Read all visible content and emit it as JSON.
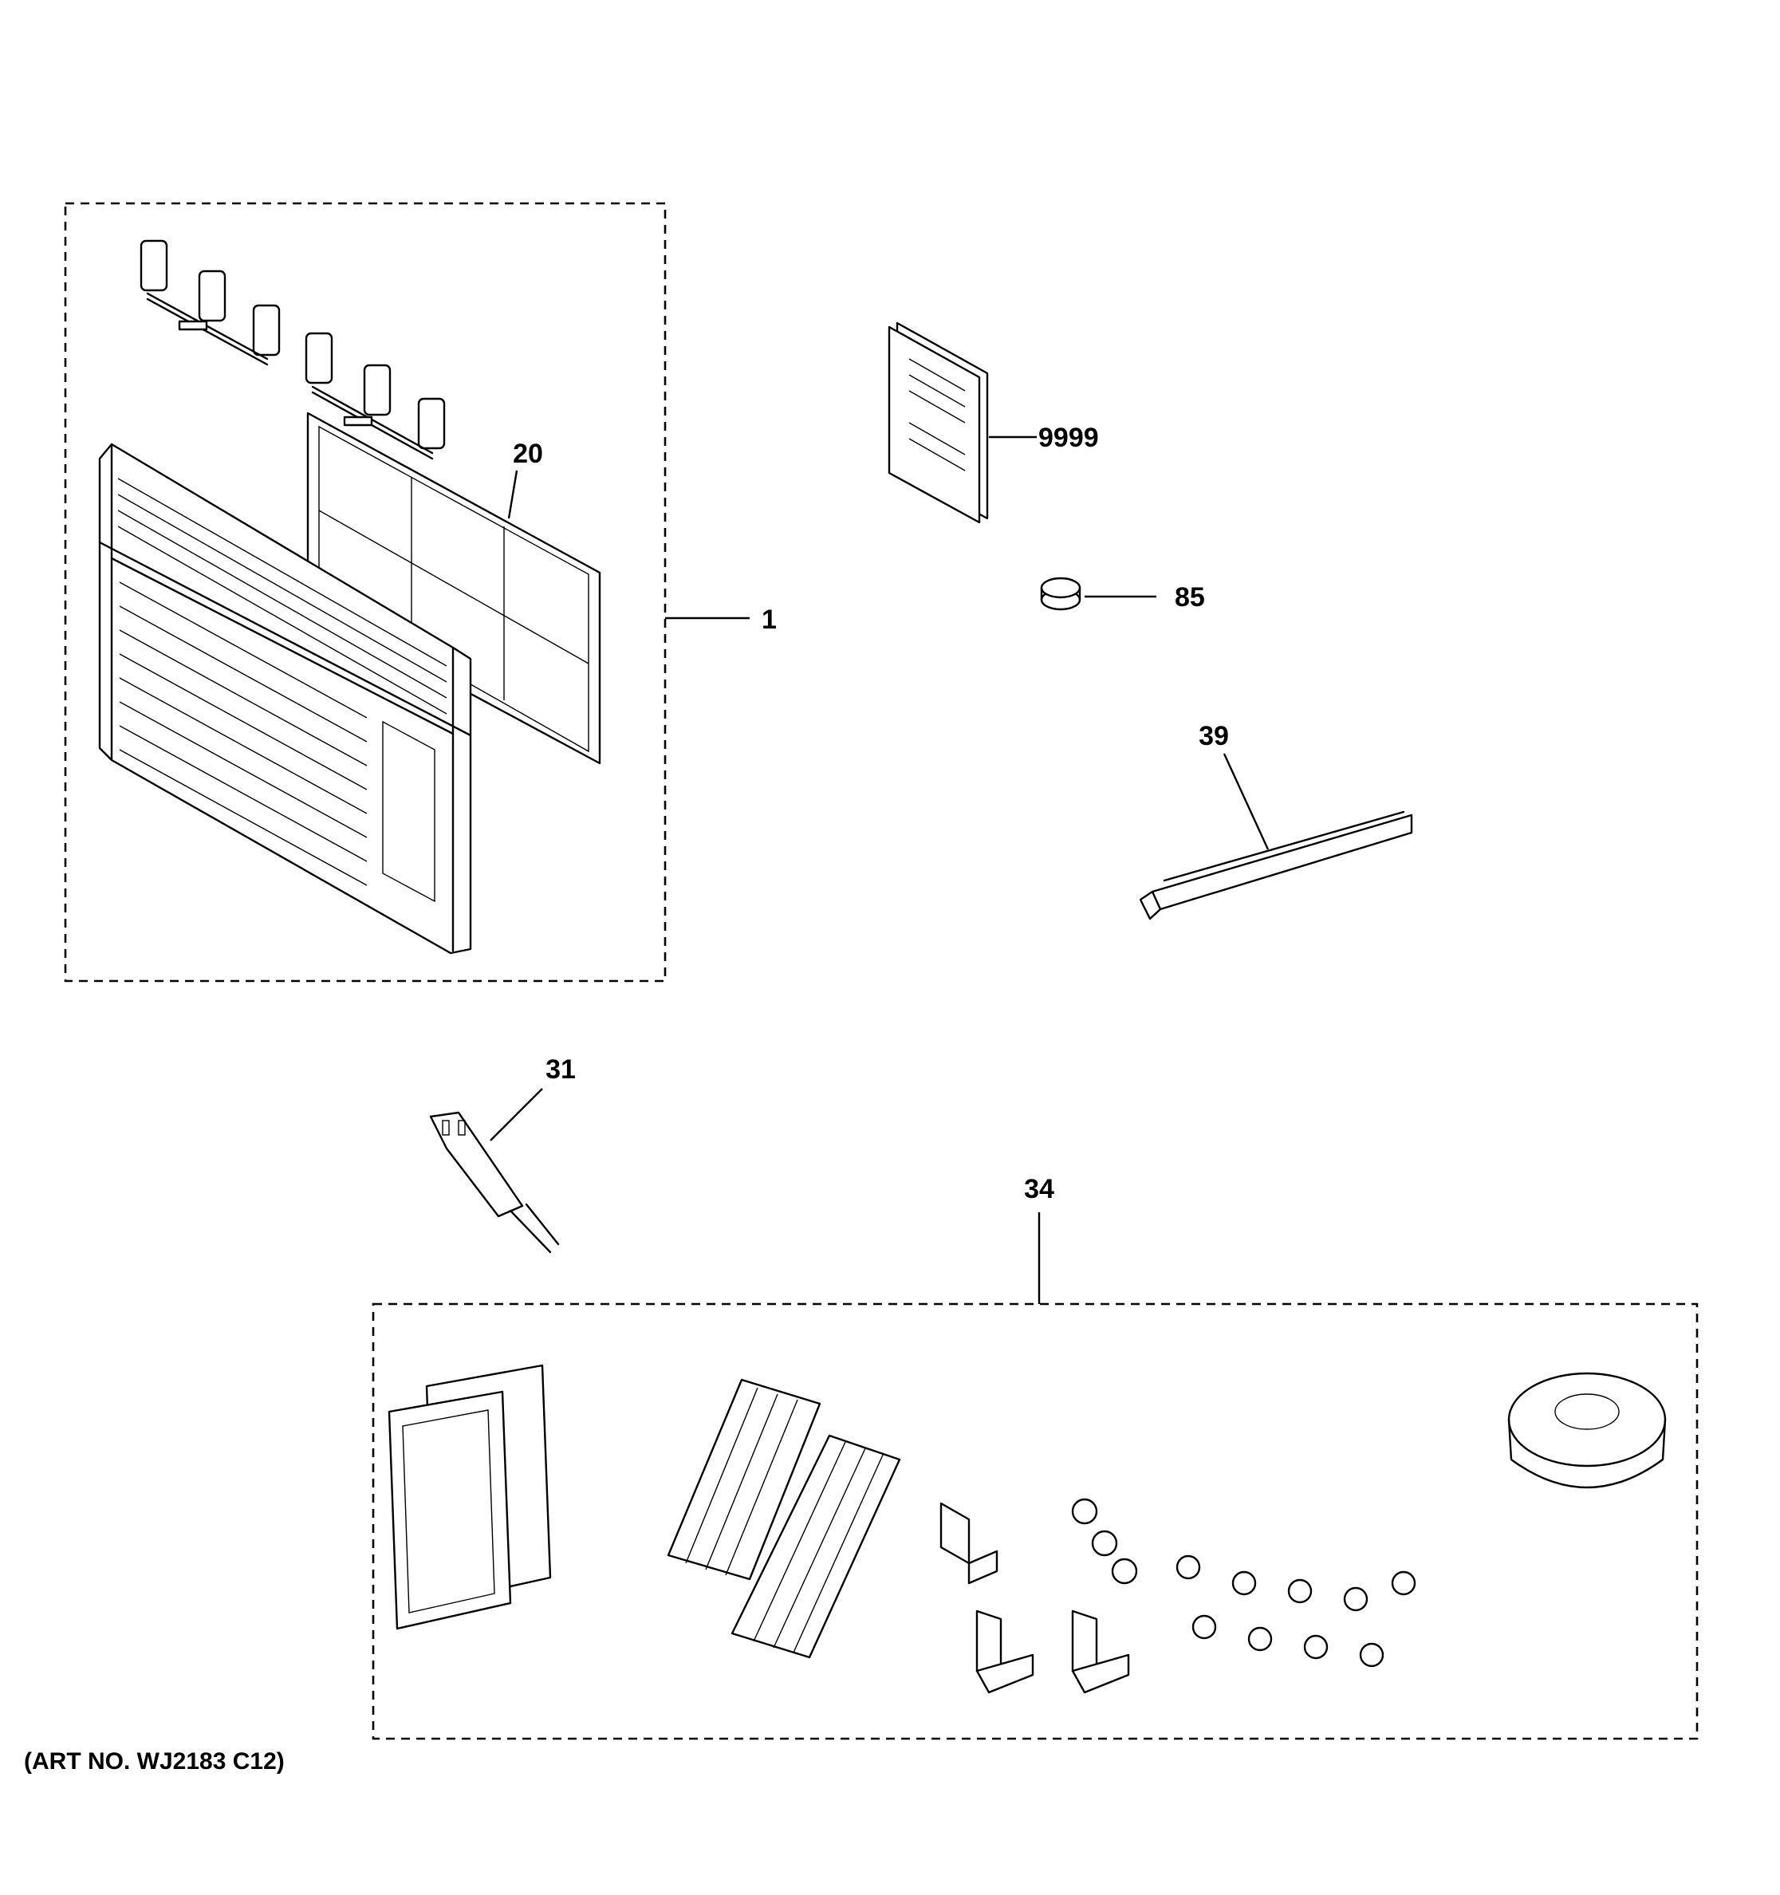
{
  "callouts": {
    "front_panel_assembly": "1",
    "air_filter": "20",
    "manual": "9999",
    "knob": "85",
    "drain_channel": "39",
    "power_cord": "31",
    "installation_kit": "34"
  },
  "art_number": "(ART NO. WJ2183 C12)"
}
